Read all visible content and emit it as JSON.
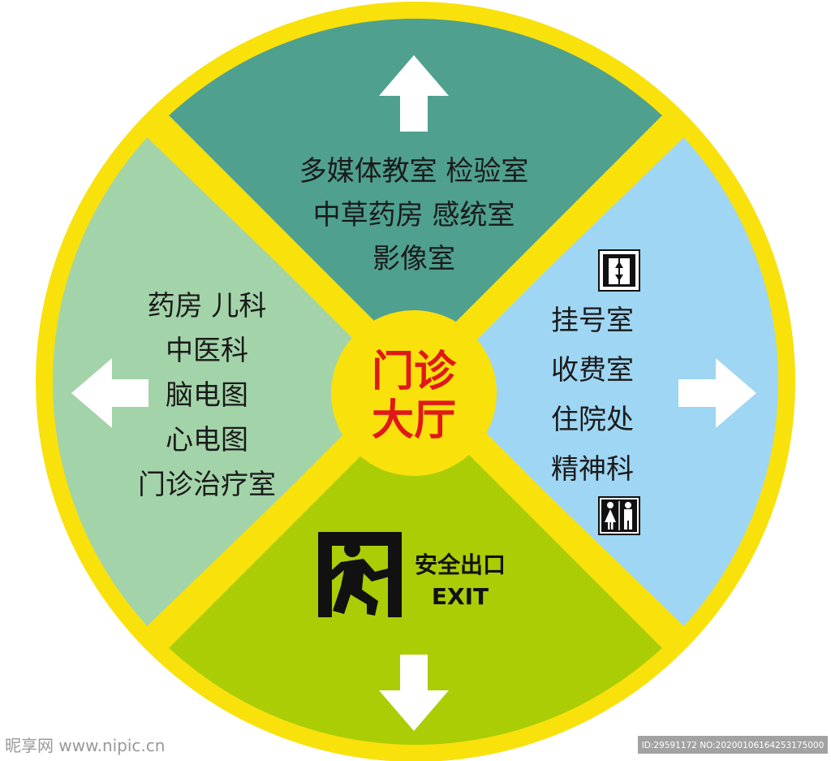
{
  "colors": {
    "ring": "#f9e10c",
    "top": "#4fa08f",
    "left": "#a3d3a9",
    "right": "#9fd6f3",
    "bottom": "#aacd06",
    "center": "#f9e10c",
    "center_text": "#e01818",
    "arrow": "#ffffff",
    "text": "#1a1a1a"
  },
  "center": {
    "line1": "门诊",
    "line2": "大厅"
  },
  "top": {
    "arrow_icon": "arrow-up-icon",
    "lines": [
      "多媒体教室 检验室",
      "中草药房 感统室",
      "影像室"
    ]
  },
  "left": {
    "arrow_icon": "arrow-left-icon",
    "lines": [
      "药房 儿科",
      "中医科",
      "脑电图",
      "心电图",
      "门诊治疗室"
    ]
  },
  "right": {
    "arrow_icon": "arrow-right-icon",
    "top_icon": "elevator-icon",
    "bottom_icon": "restroom-icon",
    "lines": [
      "挂号室",
      "收费室",
      "住院处",
      "精神科"
    ]
  },
  "bottom": {
    "arrow_icon": "arrow-down-icon",
    "exit_icon": "emergency-exit-icon",
    "exit_cn": "安全出口",
    "exit_en": "EXIT"
  },
  "watermark": {
    "left": "昵享网 www.nipic.cn",
    "right": "ID:29591172 NO:20200106164253175000"
  }
}
